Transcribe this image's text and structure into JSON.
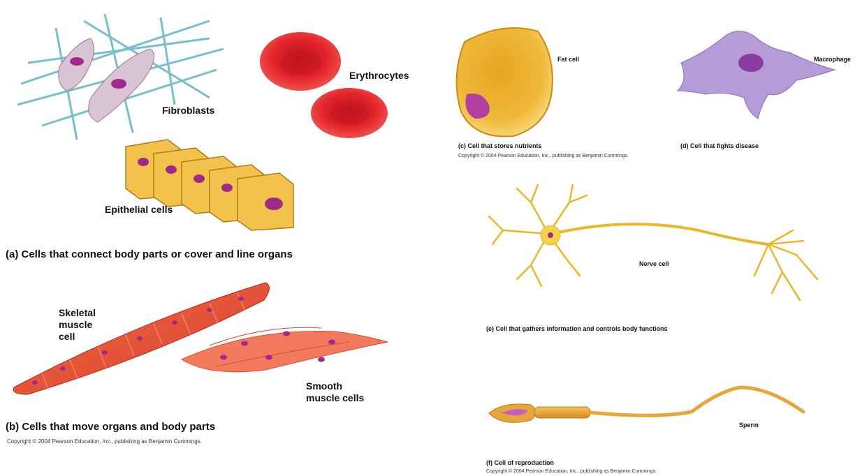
{
  "panel_a": {
    "fibroblasts": "Fibroblasts",
    "erythrocytes": "Erythrocytes",
    "epithelial": "Epithelial cells",
    "caption": "(a) Cells that connect body parts or cover and line organs"
  },
  "panel_b": {
    "skeletal": "Skeletal\nmuscle\ncell",
    "smooth": "Smooth\nmuscle cells",
    "caption": "(b) Cells that move organs and body parts",
    "copyright": "Copyright © 2004 Pearson Education, Inc., publishing as Benjamin Cummings."
  },
  "panel_c": {
    "label": "Fat cell",
    "caption": "(c) Cell that stores nutrients",
    "copyright": "Copyright © 2004 Pearson Education, Inc., publishing as Benjamin Cummings."
  },
  "panel_d": {
    "label": "Macrophage",
    "caption": "(d) Cell that fights disease"
  },
  "panel_e": {
    "label": "Nerve cell",
    "caption": "(e) Cell that gathers information and controls body functions"
  },
  "panel_f": {
    "label": "Sperm",
    "caption": "(f) Cell of reproduction",
    "copyright": "Copyright © 2004 Pearson Education, Inc., publishing as Benjamin Cummings."
  },
  "colors": {
    "fiber": "#6ab8c8",
    "fibroblast": "#d8c4d4",
    "nucleus": "#a02a8a",
    "rbc": "#e3232b",
    "epithelial": "#f2c24a",
    "skeletal": "#e9553a",
    "smooth": "#f47a5e",
    "fat": "#f3bf3a",
    "macrophage": "#b79ad8",
    "nerve": "#f6d24a",
    "sperm": "#e8a53a"
  }
}
